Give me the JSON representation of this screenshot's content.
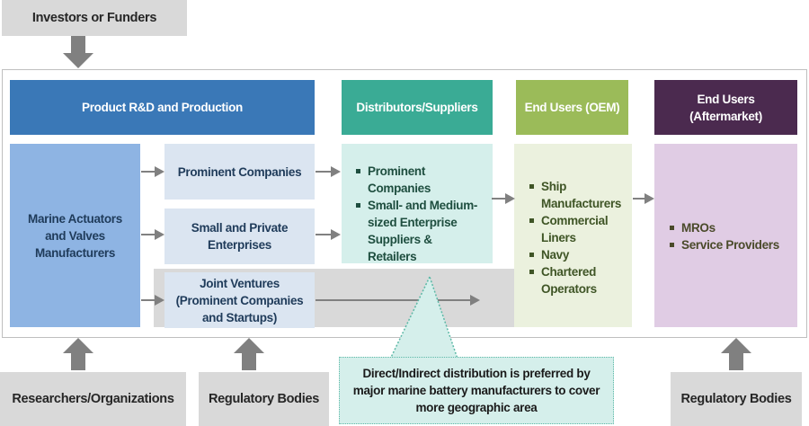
{
  "top_source": {
    "label": "Investors or Funders"
  },
  "headers": {
    "rd_production": "Product R&D and Production",
    "distributors": "Distributors/Suppliers",
    "end_users_oem": "End Users (OEM)",
    "end_users_aftermarket": "End Users (Aftermarket)"
  },
  "manufacturers": {
    "label": "Marine Actuators and Valves Manufacturers"
  },
  "producer_types": [
    {
      "label": "Prominent Companies"
    },
    {
      "label": "Small and Private Enterprises"
    },
    {
      "label": "Joint Ventures (Prominent Companies and Startups)"
    }
  ],
  "distributors_list": [
    "Prominent Companies",
    "Small- and Medium-sized Enterprise Suppliers & Retailers"
  ],
  "oem_list": [
    "Ship Manufacturers",
    "Commercial Liners",
    "Navy",
    "Chartered Operators"
  ],
  "aftermarket_list": [
    "MROs",
    "Service Providers"
  ],
  "bottom_sources": [
    {
      "label": "Researchers/Organizations"
    },
    {
      "label": "Regulatory Bodies"
    },
    {
      "label": "Regulatory Bodies"
    }
  ],
  "callout": {
    "text": "Direct/Indirect distribution is preferred by major marine battery manufacturers to cover more geographic area"
  },
  "colors": {
    "rd_header": "#3a78b7",
    "distributor_header": "#3aab95",
    "oem_header": "#9bbb59",
    "aftermarket_header": "#4b2a4f",
    "manufacturer_box": "#8eb4e3",
    "producer_box": "#dbe5f1",
    "distributor_box": "#d5efeb",
    "oem_box": "#ebf1de",
    "aftermarket_box": "#e0cce4",
    "source_box": "#d9d9d9",
    "arrow": "#808080"
  }
}
